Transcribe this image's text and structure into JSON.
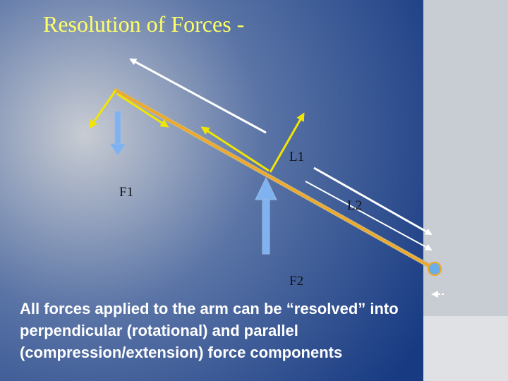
{
  "slide": {
    "title": "Resolution of Forces -",
    "labels": {
      "f1": "F1",
      "l1": "L1",
      "l2": "L2",
      "f2": "F2"
    },
    "caption": "All forces applied to the arm can be “resolved” into perpendicular (rotational) and parallel (compression/extension) force components"
  },
  "colors": {
    "title": "#ffff66",
    "arm": "#f5a623",
    "component_arrows": "#f2e600",
    "force_arrows": "#7fb2f0",
    "lever_arrows": "#ffffff",
    "joint": "#6aaee8",
    "background_dark": "#173a82",
    "background_light": "#c8ccd3"
  }
}
